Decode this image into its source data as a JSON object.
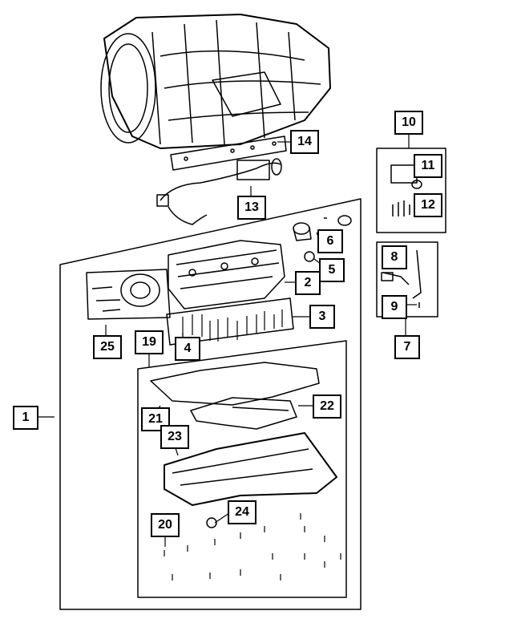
{
  "callouts": {
    "c1": "1",
    "c2": "2",
    "c3": "3",
    "c4": "4",
    "c5": "5",
    "c6": "6",
    "c7": "7",
    "c8": "8",
    "c9": "9",
    "c10": "10",
    "c11": "11",
    "c12": "12",
    "c13": "13",
    "c14": "14",
    "c19": "19",
    "c20": "20",
    "c21": "21",
    "c22": "22",
    "c23": "23",
    "c24": "24",
    "c25": "25"
  },
  "colors": {
    "line": "#000000",
    "background": "#ffffff"
  }
}
